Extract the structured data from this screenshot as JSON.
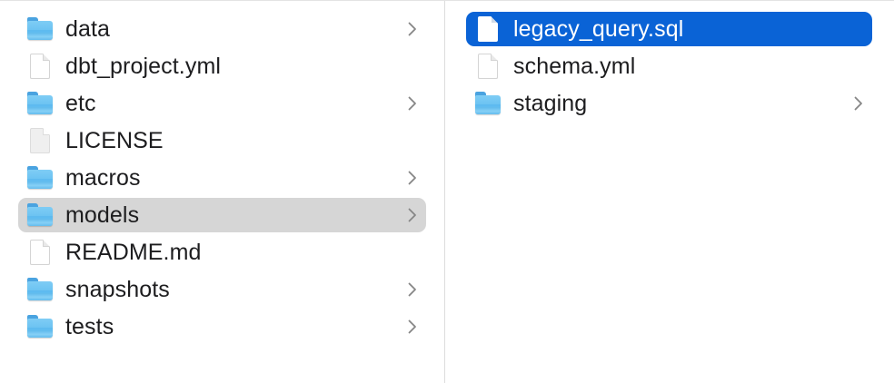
{
  "window": {
    "view": "column-view",
    "background": "#ffffff",
    "divider_color": "#dcdcdc",
    "selected_row_gray": "#d6d6d6",
    "selected_row_blue": "#0a63d6",
    "text_color": "#1d1d1f",
    "selected_text_color": "#ffffff",
    "chevron_color": "#868686",
    "folder_color": "#6cc3f2"
  },
  "columns": [
    {
      "name": "parent-column",
      "items": [
        {
          "label": "data",
          "kind": "folder",
          "icon": "folder-icon",
          "has_chevron": true,
          "selected": false
        },
        {
          "label": "dbt_project.yml",
          "kind": "file",
          "icon": "document-icon",
          "has_chevron": false,
          "selected": false
        },
        {
          "label": "etc",
          "kind": "folder",
          "icon": "folder-icon",
          "has_chevron": true,
          "selected": false
        },
        {
          "label": "LICENSE",
          "kind": "file",
          "icon": "document-gray-icon",
          "has_chevron": false,
          "selected": false
        },
        {
          "label": "macros",
          "kind": "folder",
          "icon": "folder-icon",
          "has_chevron": true,
          "selected": false
        },
        {
          "label": "models",
          "kind": "folder",
          "icon": "folder-icon",
          "has_chevron": true,
          "selected": true
        },
        {
          "label": "README.md",
          "kind": "file",
          "icon": "document-icon",
          "has_chevron": false,
          "selected": false
        },
        {
          "label": "snapshots",
          "kind": "folder",
          "icon": "folder-icon",
          "has_chevron": true,
          "selected": false
        },
        {
          "label": "tests",
          "kind": "folder",
          "icon": "folder-icon",
          "has_chevron": true,
          "selected": false
        }
      ]
    },
    {
      "name": "child-column",
      "items": [
        {
          "label": "legacy_query.sql",
          "kind": "file",
          "icon": "document-icon",
          "has_chevron": false,
          "selected": true
        },
        {
          "label": "schema.yml",
          "kind": "file",
          "icon": "document-icon",
          "has_chevron": false,
          "selected": false
        },
        {
          "label": "staging",
          "kind": "folder",
          "icon": "folder-icon",
          "has_chevron": true,
          "selected": false
        }
      ]
    }
  ]
}
